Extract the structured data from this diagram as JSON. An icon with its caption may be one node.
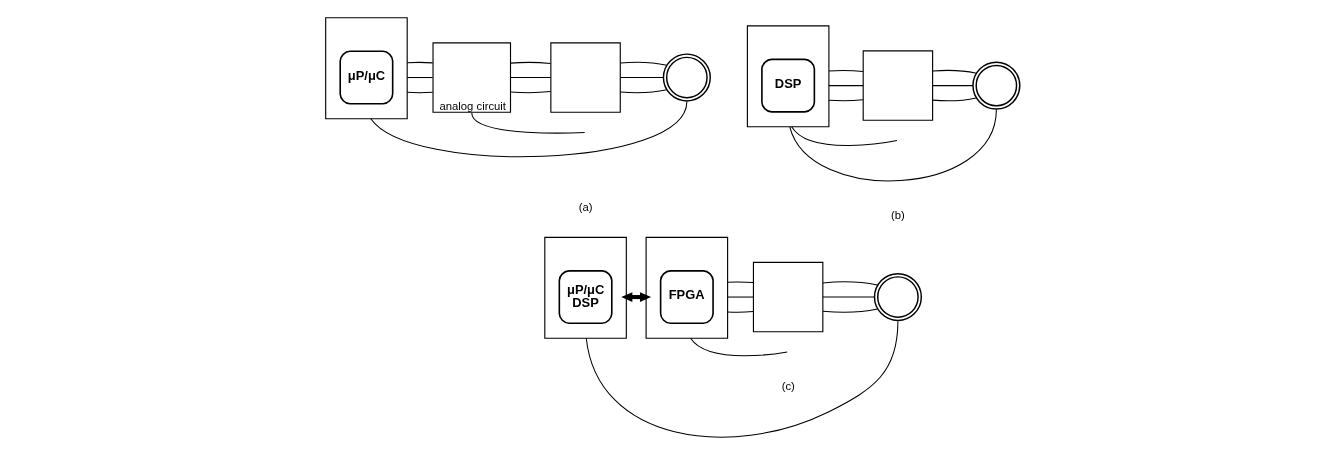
{
  "diagram": {
    "nodes": [
      {
        "text": [],
        "shape": "box"
      },
      {
        "text": [
          "μP/μC"
        ],
        "in": 0
      },
      {
        "text": [
          "analog circuit"
        ]
      },
      {
        "text": [],
        "shape": "box"
      },
      {
        "text": [],
        "shape": "circle"
      },
      {
        "text": [],
        "shape": "box"
      },
      {
        "text": [
          "DSP"
        ],
        "in": 5
      },
      {
        "text": [],
        "shape": "box"
      },
      {
        "text": [],
        "shape": "circle"
      },
      {
        "text": [],
        "shape": "box"
      },
      {
        "text": [
          "μP/μC DSP"
        ],
        "in": 9
      },
      {
        "text": [],
        "shape": "box"
      },
      {
        "text": [
          "FPGA"
        ],
        "in": 11
      },
      {
        "text": [],
        "shape": "box"
      },
      {
        "text": [],
        "shape": "circle"
      }
    ],
    "edges": [
      {
        "from": 0,
        "to": 2,
        "arrow": "none"
      },
      {
        "from": 0,
        "to": 2,
        "arrow": "none"
      },
      {
        "from": 0,
        "to": 2,
        "arrow": "none"
      },
      {
        "from": 2,
        "to": 3,
        "arrow": "none"
      },
      {
        "from": 2,
        "to": 3,
        "arrow": "none"
      },
      {
        "from": 2,
        "to": 3,
        "arrow": "none"
      },
      {
        "from": 3,
        "to": 4,
        "arrow": "none"
      },
      {
        "from": 3,
        "to": 4,
        "arrow": "none"
      },
      {
        "from": 3,
        "to": 4,
        "arrow": "none"
      },
      {
        "from": 2,
        "to": null,
        "arrow": "none"
      },
      {
        "from": 0,
        "to": 4,
        "arrow": "none"
      },
      {
        "from": 5,
        "to": 7,
        "arrow": "none"
      },
      {
        "from": 5,
        "to": 7,
        "arrow": "none"
      },
      {
        "from": 5,
        "to": 7,
        "arrow": "none"
      },
      {
        "from": 7,
        "to": 8,
        "arrow": "none"
      },
      {
        "from": 7,
        "to": 8,
        "arrow": "none"
      },
      {
        "from": 7,
        "to": 8,
        "arrow": "none"
      },
      {
        "from": 5,
        "to": null,
        "arrow": "none"
      },
      {
        "from": 5,
        "to": 8,
        "arrow": "none"
      },
      {
        "from": 9,
        "to": 11,
        "arrow": "both",
        "style": "thick"
      },
      {
        "from": 11,
        "to": 13,
        "arrow": "none"
      },
      {
        "from": 11,
        "to": 13,
        "arrow": "none"
      },
      {
        "from": 11,
        "to": 13,
        "arrow": "none"
      },
      {
        "from": 13,
        "to": 14,
        "arrow": "none"
      },
      {
        "from": 13,
        "to": 14,
        "arrow": "none"
      },
      {
        "from": 13,
        "to": 14,
        "arrow": "none"
      },
      {
        "from": 11,
        "to": null,
        "arrow": "none"
      },
      {
        "from": 9,
        "to": 14,
        "arrow": "none"
      }
    ],
    "labels": [
      "(a)",
      "(b)",
      "(c)"
    ]
  }
}
